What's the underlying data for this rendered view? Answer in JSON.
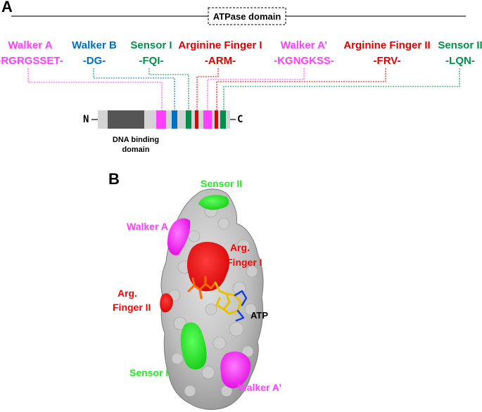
{
  "panel_a": {
    "letter": "A",
    "domain_label": "ATPase domain",
    "n_terminus": "N",
    "c_terminus": "C",
    "dna_binding_line1": "DNA binding",
    "dna_binding_line2": "domain",
    "motifs": [
      {
        "name": "Walker A",
        "sequence": "-RGRGSSET-",
        "color": "#ff3fff"
      },
      {
        "name": "Walker B",
        "sequence": "-DG-",
        "color": "#0070c0"
      },
      {
        "name": "Sensor I",
        "sequence": "-FQI-",
        "color": "#00904c"
      },
      {
        "name": "Arginine Finger I",
        "sequence": "-ARM-",
        "color": "#e00000"
      },
      {
        "name": "Walker A’",
        "sequence": "-KGNGKSS-",
        "color": "#ff3fff"
      },
      {
        "name": "Arginine Finger II",
        "sequence": "-FRV-",
        "color": "#e00000"
      },
      {
        "name": "Sensor II",
        "sequence": "-LQN-",
        "color": "#00904c"
      }
    ]
  },
  "panel_b": {
    "letter": "B",
    "labels": {
      "sensor_ii": "Sensor II",
      "walker_a": "Walker A",
      "arg_finger_i_line1": "Arg.",
      "arg_finger_i_line2": "Finger I",
      "arg_finger_ii_line1": "Arg.",
      "arg_finger_ii_line2": "Finger II",
      "atp": "ATP",
      "sensor_i": "Sensor I",
      "walker_a_prime": "Walker A’"
    },
    "colors": {
      "surface": "#b8b8b8",
      "walker": "#ff3fff",
      "arg_finger": "#ff0000",
      "sensor": "#22ee22"
    }
  }
}
